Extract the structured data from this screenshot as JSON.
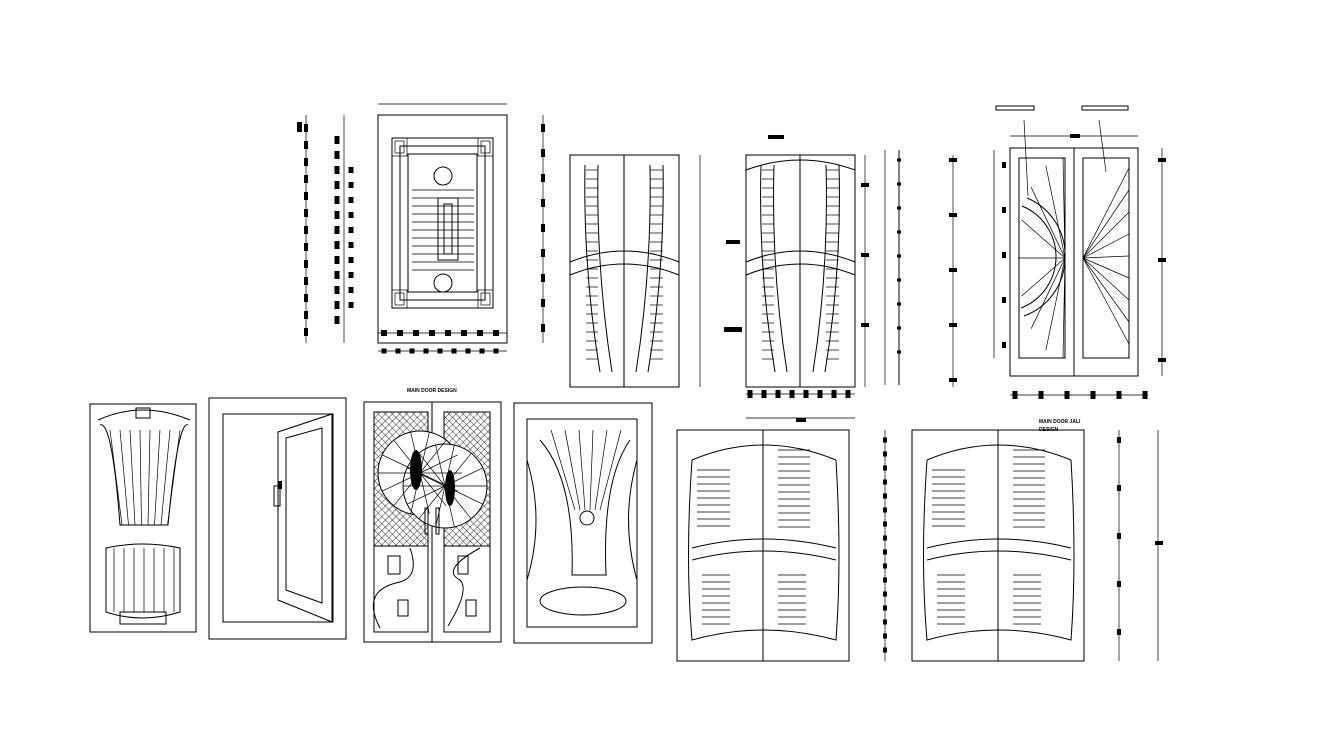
{
  "labels": {
    "main_door_design": "MAIN DOOR DESIGN",
    "main_door_jali_design_line1": "MAIN DOOR JALI",
    "main_door_jali_design_line2": "DESIGN"
  },
  "colors": {
    "line": "#000000",
    "background": "#ffffff"
  },
  "doors": [
    {
      "id": "door-main-elevation"
    },
    {
      "id": "door-double-carved-1"
    },
    {
      "id": "door-double-carved-2"
    },
    {
      "id": "door-jali-double"
    },
    {
      "id": "door-fan-carved"
    },
    {
      "id": "door-plain-open"
    },
    {
      "id": "door-double-sunburst"
    },
    {
      "id": "door-fan-oval"
    },
    {
      "id": "door-double-carved-3"
    },
    {
      "id": "door-double-carved-4"
    }
  ]
}
